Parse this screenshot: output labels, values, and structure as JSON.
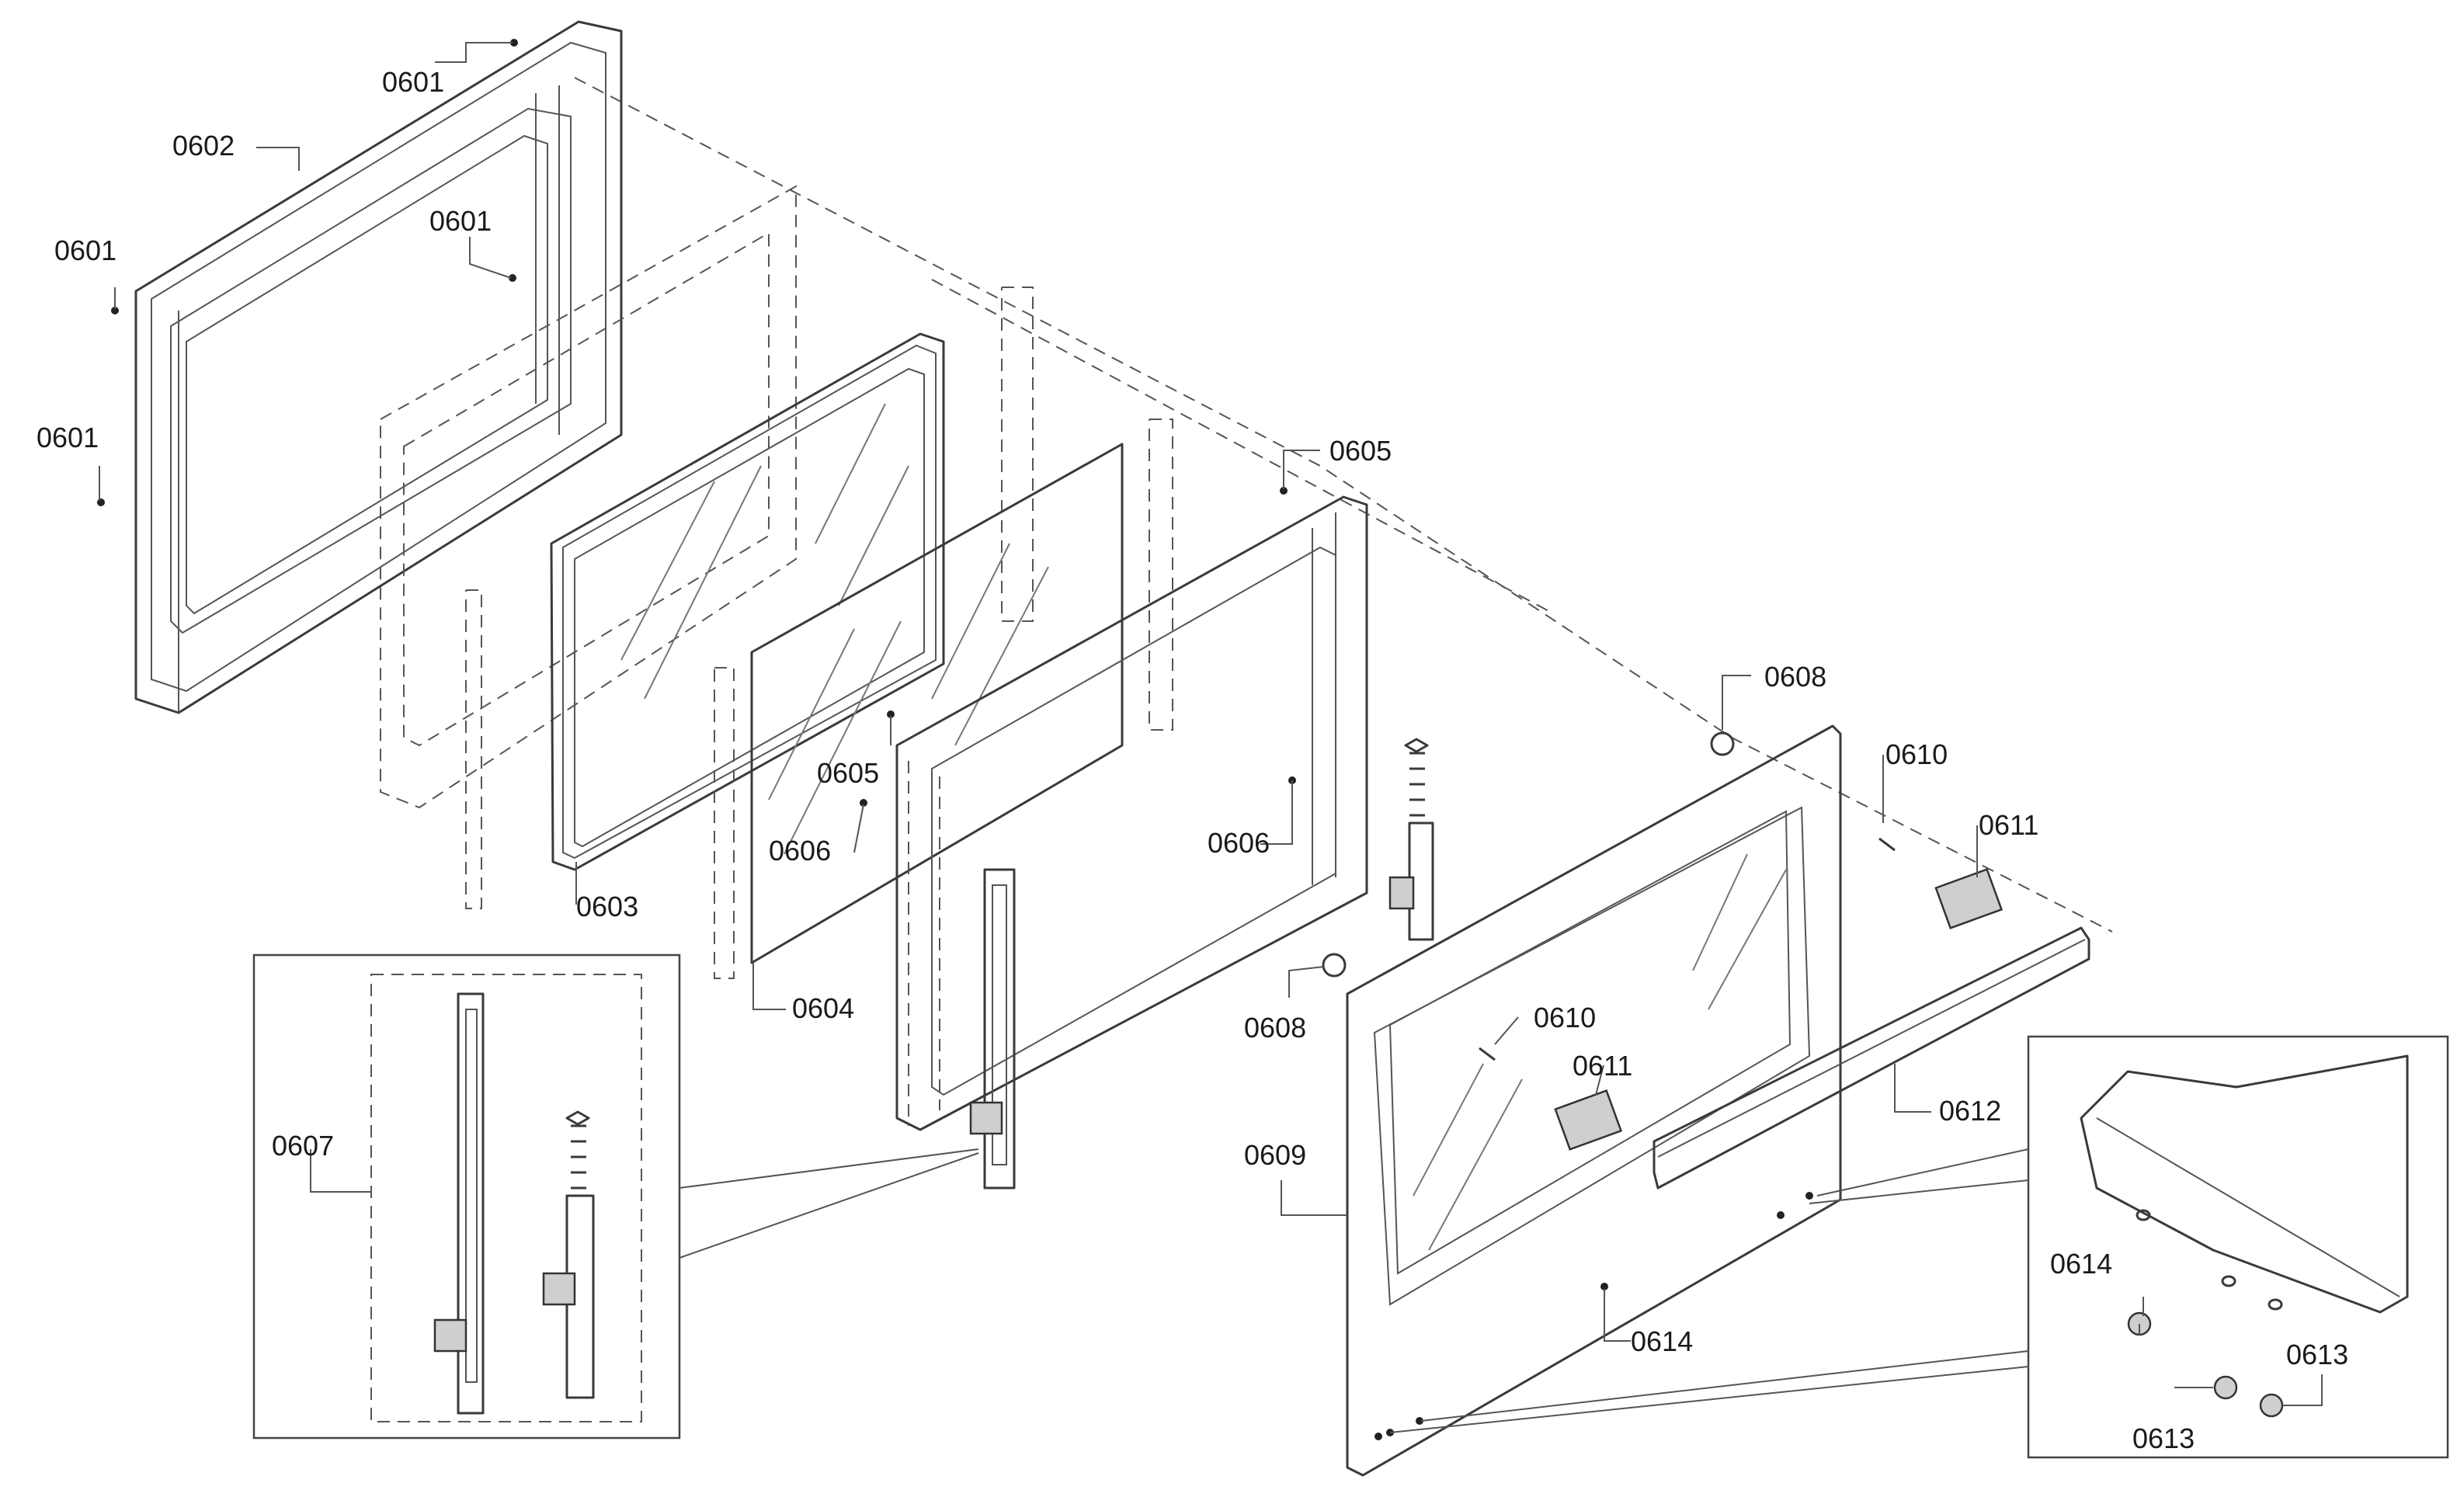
{
  "labels": {
    "l0601a": "0601",
    "l0602": "0602",
    "l0601b": "0601",
    "l0601c": "0601",
    "l0601d": "0601",
    "l0603": "0603",
    "l0604": "0604",
    "l0605a": "0605",
    "l0605b": "0605",
    "l0606a": "0606",
    "l0606b": "0606",
    "l0607": "0607",
    "l0608a": "0608",
    "l0608b": "0608",
    "l0609": "0609",
    "l0610a": "0610",
    "l0610b": "0610",
    "l0611a": "0611",
    "l0611b": "0611",
    "l0612": "0612",
    "l0613a": "0613",
    "l0613b": "0613",
    "l0614a": "0614",
    "l0614b": "0614"
  }
}
